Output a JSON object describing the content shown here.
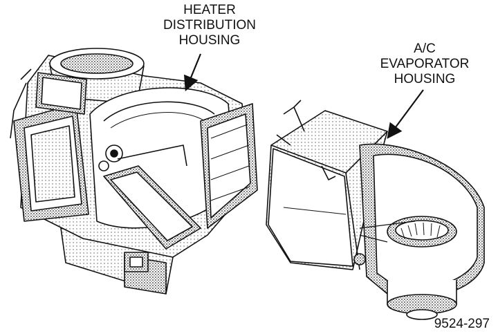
{
  "labels": {
    "heater": [
      "HEATER",
      "DISTRIBUTION",
      "HOUSING"
    ],
    "ac": [
      "A/C",
      "EVAPORATOR",
      "HOUSING"
    ]
  },
  "figure_id": "9524-297",
  "colors": {
    "ink": "#111111",
    "shade": "#9a9a9a",
    "paper": "#ffffff"
  }
}
